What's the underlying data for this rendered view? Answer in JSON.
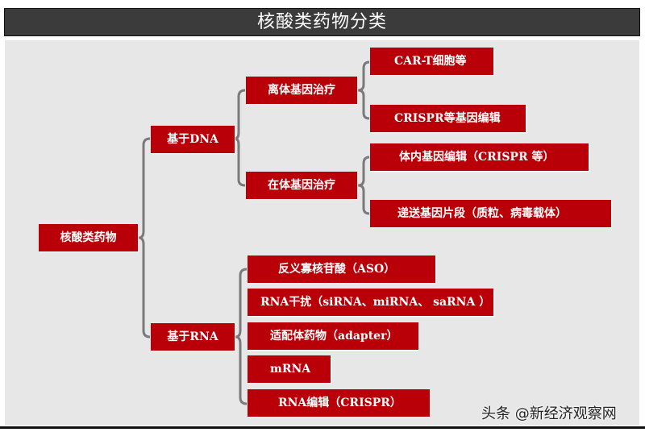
{
  "title": "核酸类药物分类",
  "root": "核酸类药物",
  "dna": {
    "label": "基于DNA",
    "ex_vivo": {
      "label": "离体基因治疗",
      "items": [
        "CAR-T细胞等",
        "CRISPR等基因编辑"
      ]
    },
    "in_vivo": {
      "label": "在体基因治疗",
      "items": [
        "体内基因编辑（CRISPR 等）",
        "递送基因片段（质粒、病毒载体）"
      ]
    }
  },
  "rna": {
    "label": "基于RNA",
    "items": [
      "反义寡核苷酸（ASO）",
      "RNA干扰（siRNA、miRNA、 saRNA ）",
      "适配体药物（adapter）",
      "mRNA",
      "RNA编辑（CRISPR）"
    ]
  },
  "watermark": "头条 @新经济观察网"
}
